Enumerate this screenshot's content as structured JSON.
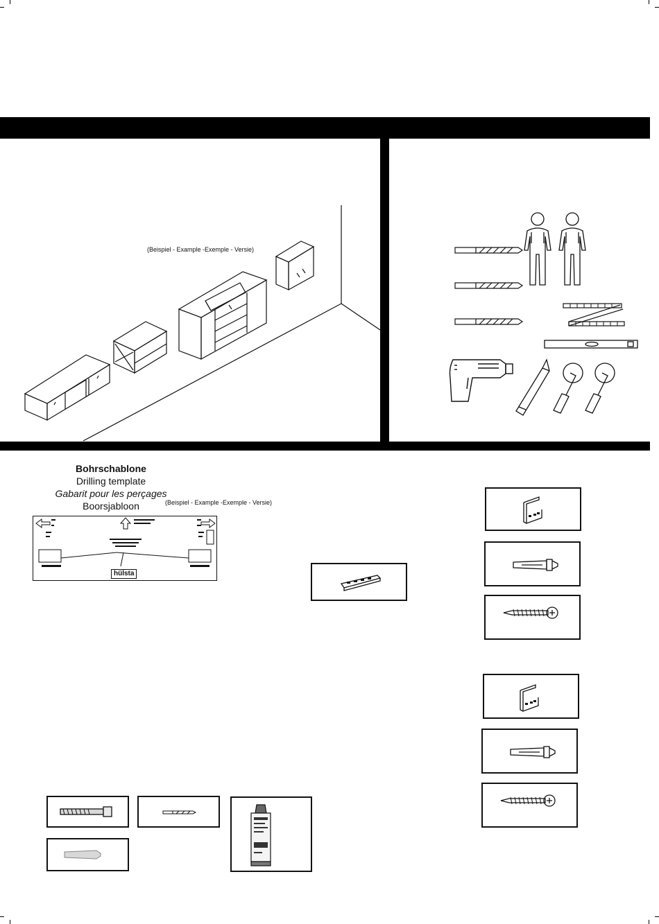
{
  "example_caption_top": "(Beispiel - Example -Exemple - Versie)",
  "drilling_template": {
    "title_de": "Bohrschablone",
    "title_en": "Drilling template",
    "title_fr": "Gabarit pour les perçages",
    "title_nl": "Boorsjabloon",
    "example_caption": "(Beispiel - Example -Exemple - Versie)",
    "brand": "hülsta"
  },
  "colors": {
    "bar": "#000000",
    "line": "#111111",
    "background": "#ffffff"
  },
  "icons": [
    "drill-bit-icon",
    "worker-icon",
    "folding-ruler-icon",
    "spirit-level-icon",
    "power-drill-icon",
    "pencil-icon",
    "screwdriver-icon",
    "wall-bracket-icon",
    "wall-plug-icon",
    "screw-icon",
    "bolt-icon",
    "anchor-sleeve-icon",
    "mortar-cartridge-icon"
  ]
}
